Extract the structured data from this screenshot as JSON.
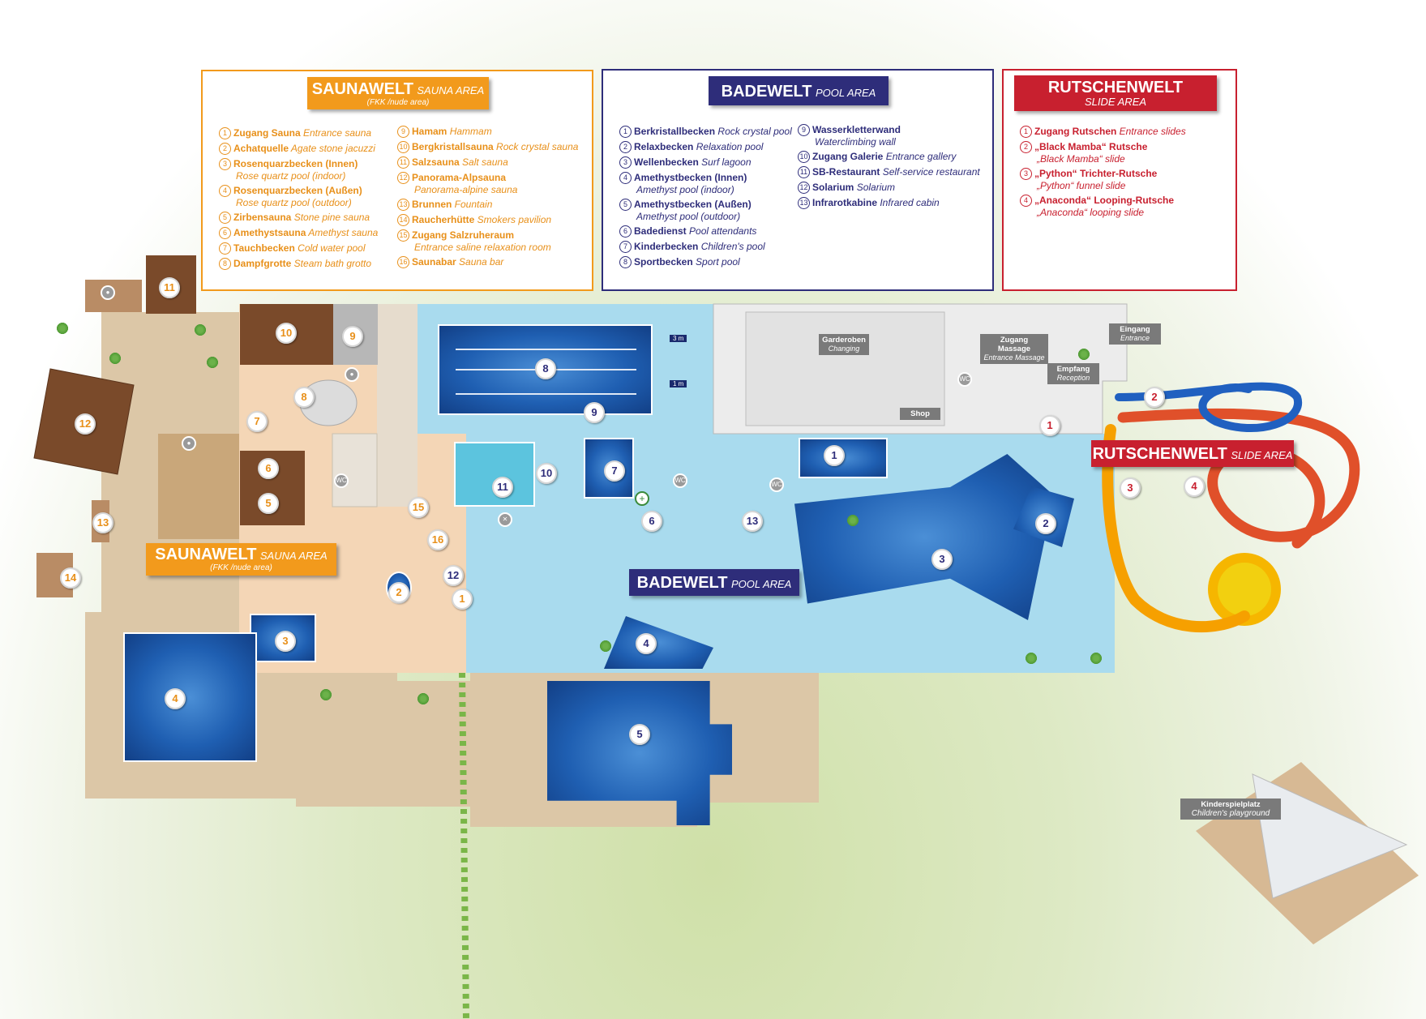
{
  "sauna_legend": {
    "title": "SAUNAWELT",
    "subtitle": "SAUNA AREA",
    "note": "(FKK /nude area)",
    "col1": [
      {
        "n": "1",
        "de": "Zugang Sauna",
        "en": "Entrance sauna"
      },
      {
        "n": "2",
        "de": "Achatquelle",
        "en": "Agate stone jacuzzi"
      },
      {
        "n": "3",
        "de": "Rosenquarzbecken (Innen)",
        "en2": "Rose quartz pool (indoor)"
      },
      {
        "n": "4",
        "de": "Rosenquarzbecken (Außen)",
        "en2": "Rose quartz pool (outdoor)"
      },
      {
        "n": "5",
        "de": "Zirbensauna",
        "en": "Stone pine sauna"
      },
      {
        "n": "6",
        "de": "Amethystsauna",
        "en": "Amethyst sauna"
      },
      {
        "n": "7",
        "de": "Tauchbecken",
        "en": "Cold water pool"
      },
      {
        "n": "8",
        "de": "Dampfgrotte",
        "en": "Steam bath grotto"
      }
    ],
    "col2": [
      {
        "n": "9",
        "de": "Hamam",
        "en": "Hammam"
      },
      {
        "n": "10",
        "de": "Bergkristallsauna",
        "en": "Rock crystal sauna"
      },
      {
        "n": "11",
        "de": "Salzsauna",
        "en": "Salt sauna"
      },
      {
        "n": "12",
        "de": "Panorama-Alpsauna",
        "en2": "Panorama-alpine sauna"
      },
      {
        "n": "13",
        "de": "Brunnen",
        "en": "Fountain"
      },
      {
        "n": "14",
        "de": "Raucherhütte",
        "en": "Smokers pavilion"
      },
      {
        "n": "15",
        "de": "Zugang Salzruheraum",
        "en2": "Entrance saline relaxation room"
      },
      {
        "n": "16",
        "de": "Saunabar",
        "en": "Sauna bar"
      }
    ]
  },
  "pool_legend": {
    "title": "BADEWELT",
    "subtitle": "POOL AREA",
    "col1": [
      {
        "n": "1",
        "de": "Berkristallbecken",
        "en": "Rock crystal pool"
      },
      {
        "n": "2",
        "de": "Relaxbecken",
        "en": "Relaxation pool"
      },
      {
        "n": "3",
        "de": "Wellenbecken",
        "en": "Surf lagoon"
      },
      {
        "n": "4",
        "de": "Amethystbecken (Innen)",
        "en2": "Amethyst pool (indoor)"
      },
      {
        "n": "5",
        "de": "Amethystbecken (Außen)",
        "en2": "Amethyst pool (outdoor)"
      },
      {
        "n": "6",
        "de": "Badedienst",
        "en": "Pool attendants"
      },
      {
        "n": "7",
        "de": "Kinderbecken",
        "en": "Children's pool"
      },
      {
        "n": "8",
        "de": "Sportbecken",
        "en": "Sport pool"
      }
    ],
    "col2": [
      {
        "n": "9",
        "de": "Wasserkletterwand",
        "en2": "Waterclimbing wall"
      },
      {
        "n": "10",
        "de": "Zugang Galerie",
        "en": "Entrance gallery"
      },
      {
        "n": "11",
        "de": "SB-Restaurant",
        "en": "Self-service restaurant"
      },
      {
        "n": "12",
        "de": "Solarium",
        "en": "Solarium"
      },
      {
        "n": "13",
        "de": "Infrarotkabine",
        "en": "Infrared cabin"
      }
    ]
  },
  "slide_legend": {
    "title": "RUTSCHENWELT",
    "subtitle": "SLIDE AREA",
    "items": [
      {
        "n": "1",
        "de": "Zugang Rutschen",
        "en": "Entrance slides"
      },
      {
        "n": "2",
        "de": "„Black Mamba“ Rutsche",
        "en2": "„Black Mamba“ slide"
      },
      {
        "n": "3",
        "de": "„Python“ Trichter-Rutsche",
        "en2": "„Python“ funnel slide"
      },
      {
        "n": "4",
        "de": "„Anaconda“ Looping-Rutsche",
        "en2": "„Anaconda“ looping slide"
      }
    ]
  },
  "map": {
    "sauna_banner": {
      "title": "SAUNAWELT",
      "subtitle": "SAUNA AREA",
      "note": "(FKK /nude area)"
    },
    "pool_banner": {
      "title": "BADEWELT",
      "subtitle": "POOL AREA"
    },
    "slide_banner": {
      "title": "RUTSCHENWELT",
      "subtitle": "SLIDE AREA"
    },
    "tags": {
      "changing": {
        "de": "Garderoben",
        "en": "Changing"
      },
      "massage": {
        "de": "Zugang Massage",
        "en": "Entrance Massage"
      },
      "entrance": {
        "de": "Eingang",
        "en": "Entrance"
      },
      "reception": {
        "de": "Empfang",
        "en": "Reception"
      },
      "shop": {
        "de": "Shop"
      },
      "playground": {
        "de": "Kinderspielplatz",
        "en": "Children's playground"
      }
    },
    "depth_3m": "3 m",
    "depth_1m": "1 m",
    "wc": "WC",
    "sauna_markers": [
      "1",
      "2",
      "3",
      "4",
      "5",
      "6",
      "7",
      "8",
      "9",
      "10",
      "11",
      "12",
      "13",
      "14",
      "15",
      "16"
    ],
    "pool_markers": [
      "1",
      "2",
      "3",
      "4",
      "5",
      "6",
      "7",
      "8",
      "9",
      "10",
      "11",
      "12",
      "13"
    ],
    "slide_markers": [
      "1",
      "2",
      "3",
      "4"
    ]
  }
}
